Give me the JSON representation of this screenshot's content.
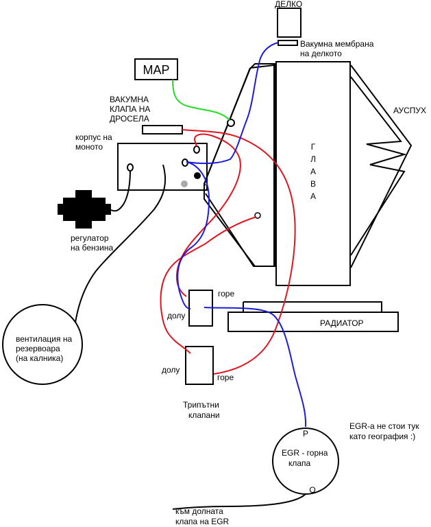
{
  "diagram": {
    "title": "",
    "colors": {
      "blue_hose": "#1a1adf",
      "red_hose": "#e0141e",
      "green_hose": "#22dd22",
      "black_hose": "#000000",
      "background": "#ffffff"
    },
    "components": {
      "distributor": {
        "label": "ДЕЛКО"
      },
      "distributor_membrane": {
        "label_line1": "Вакумна мембрана",
        "label_line2": "на делкото"
      },
      "map": {
        "label": "МАР"
      },
      "throttle_valve": {
        "label_line1": "ВАКУМНА",
        "label_line2": "КЛАПА НА",
        "label_line3": "ДРОСЕЛА"
      },
      "mono_body": {
        "label_line1": "корпус на",
        "label_line2": "моното"
      },
      "fuel_regulator": {
        "label_line1": "регулатор",
        "label_line2": "на бензина"
      },
      "head": {
        "letters": [
          "Г",
          "Л",
          "А",
          "В",
          "А"
        ]
      },
      "exhaust": {
        "label": "АУСПУХ"
      },
      "radiator": {
        "label": "РАДИАТОР"
      },
      "valve_upper": {
        "top_label": "горе",
        "bottom_label": "долу"
      },
      "valve_lower": {
        "top_label": "горе",
        "bottom_label": "долу"
      },
      "three_way_valves": {
        "label_line1": "Трипътни",
        "label_line2": "клапани"
      },
      "tank_vent": {
        "label_line1": "вентилация на",
        "label_line2": "резервоара",
        "label_line3": "(на калника)"
      },
      "egr_valve": {
        "top_port": "Р",
        "bottom_port": "О",
        "label_line1": "EGR - горна",
        "label_line2": "клапа"
      },
      "egr_note": {
        "label_line1": "EGR-а не стои тук",
        "label_line2": "като география :)"
      },
      "egr_lower": {
        "label_line1": "към долната",
        "label_line2": "клапа на EGR"
      }
    }
  }
}
